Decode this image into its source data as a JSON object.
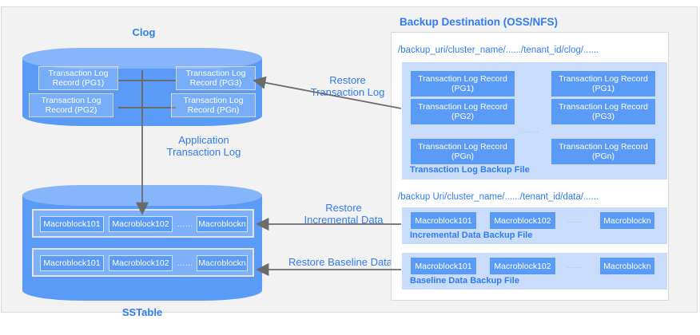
{
  "diagram": {
    "title_clog": "Clog",
    "title_sstable": "SSTable",
    "title_destination": "Backup Destination (OSS/NFS)"
  },
  "clog": {
    "records": [
      {
        "line1": "Transaction Log",
        "line2": "Record   (PG1)"
      },
      {
        "line1": "Transaction Log",
        "line2": "Record   (PG3)"
      },
      {
        "line1": "Transaction Log",
        "line2": "Record   (PG2)"
      },
      {
        "line1": "Transaction Log",
        "line2": "Record   (PGn)"
      }
    ]
  },
  "sstable": {
    "rows": [
      {
        "blocks": [
          "Macroblock101",
          "Macroblock102",
          "Macroblockn"
        ],
        "ellipsis": "......"
      },
      {
        "blocks": [
          "Macroblock101",
          "Macroblock102",
          "Macroblockn"
        ],
        "ellipsis": "......"
      }
    ]
  },
  "arrows": {
    "restore_transaction_log": "Restore\nTransaction Log",
    "application_transaction_log": "Application\nTransaction Log",
    "restore_incremental_data": "Restore\nIncremental Data",
    "restore_baseline_data": "Restore Baseline Data"
  },
  "destination": {
    "clog_path": "/backup_uri/cluster_name/....../tenant_id/clog/......",
    "data_path": "/backup Uri/cluster_name/....../tenant_id/data/......",
    "clog_backup": {
      "caption": "Transaction Log Backup File",
      "ellipsis": "......",
      "left_column": [
        {
          "line1": "Transaction Log Record",
          "line2": "(PG1)"
        },
        {
          "line1": "Transaction Log Record",
          "line2": "(PG2)"
        },
        {
          "line1": "Transaction Log Record",
          "line2": "(PGn)"
        }
      ],
      "right_column": [
        {
          "line1": "Transaction Log Record",
          "line2": "(PG1)"
        },
        {
          "line1": "Transaction Log Record",
          "line2": "(PG3)"
        },
        {
          "line1": "Transaction Log Record",
          "line2": "(PGn)"
        }
      ]
    },
    "incremental_backup": {
      "caption": "Incremental Data Backup File",
      "blocks": [
        "Macroblock101",
        "Macroblock102",
        "Macroblockn"
      ],
      "ellipsis": "......"
    },
    "baseline_backup": {
      "caption": "Baseline Data Backup File",
      "blocks": [
        "Macroblock101",
        "Macroblock102",
        "Macroblockn"
      ],
      "ellipsis": "......"
    }
  },
  "colors": {
    "accent": "#2f7cf6",
    "cylinder": "#5b9bf8",
    "cylinder_top": "#87b5fb",
    "panel_bg": "#c9dcfb",
    "canvas": "#f2f2f2",
    "arrow": "#6b6b6b"
  }
}
